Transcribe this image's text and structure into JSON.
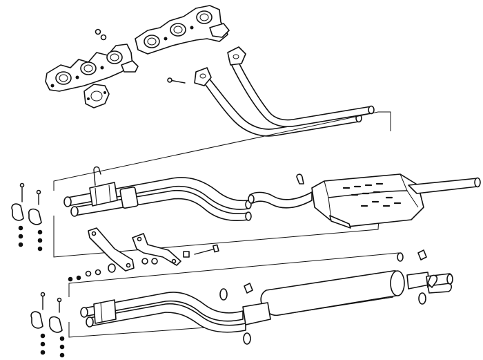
{
  "diagram": {
    "type": "exploded-view",
    "subject": "exhaust system",
    "line_color": "#111111",
    "background": "#ffffff",
    "groups": [
      {
        "id": "exhaust-manifolds",
        "parts": [
          "front-manifold",
          "rear-manifold",
          "manifold-gasket",
          "nut"
        ]
      },
      {
        "id": "front-pipes",
        "parts": [
          "downpipe-left",
          "downpipe-right",
          "flange-bolt"
        ]
      },
      {
        "id": "upper-system",
        "parts": [
          "intermediate-pipe",
          "hanger-hook",
          "center-pipe",
          "rear-muffler",
          "tailpipe",
          "clamps"
        ]
      },
      {
        "id": "mounting-hardware",
        "parts": [
          "bracket-left",
          "bracket-right",
          "bolt",
          "rubber-mounts",
          "washers"
        ]
      },
      {
        "id": "lower-system",
        "parts": [
          "front-pipe-assembly",
          "main-muffler",
          "tail-tips",
          "clamps"
        ]
      }
    ]
  }
}
